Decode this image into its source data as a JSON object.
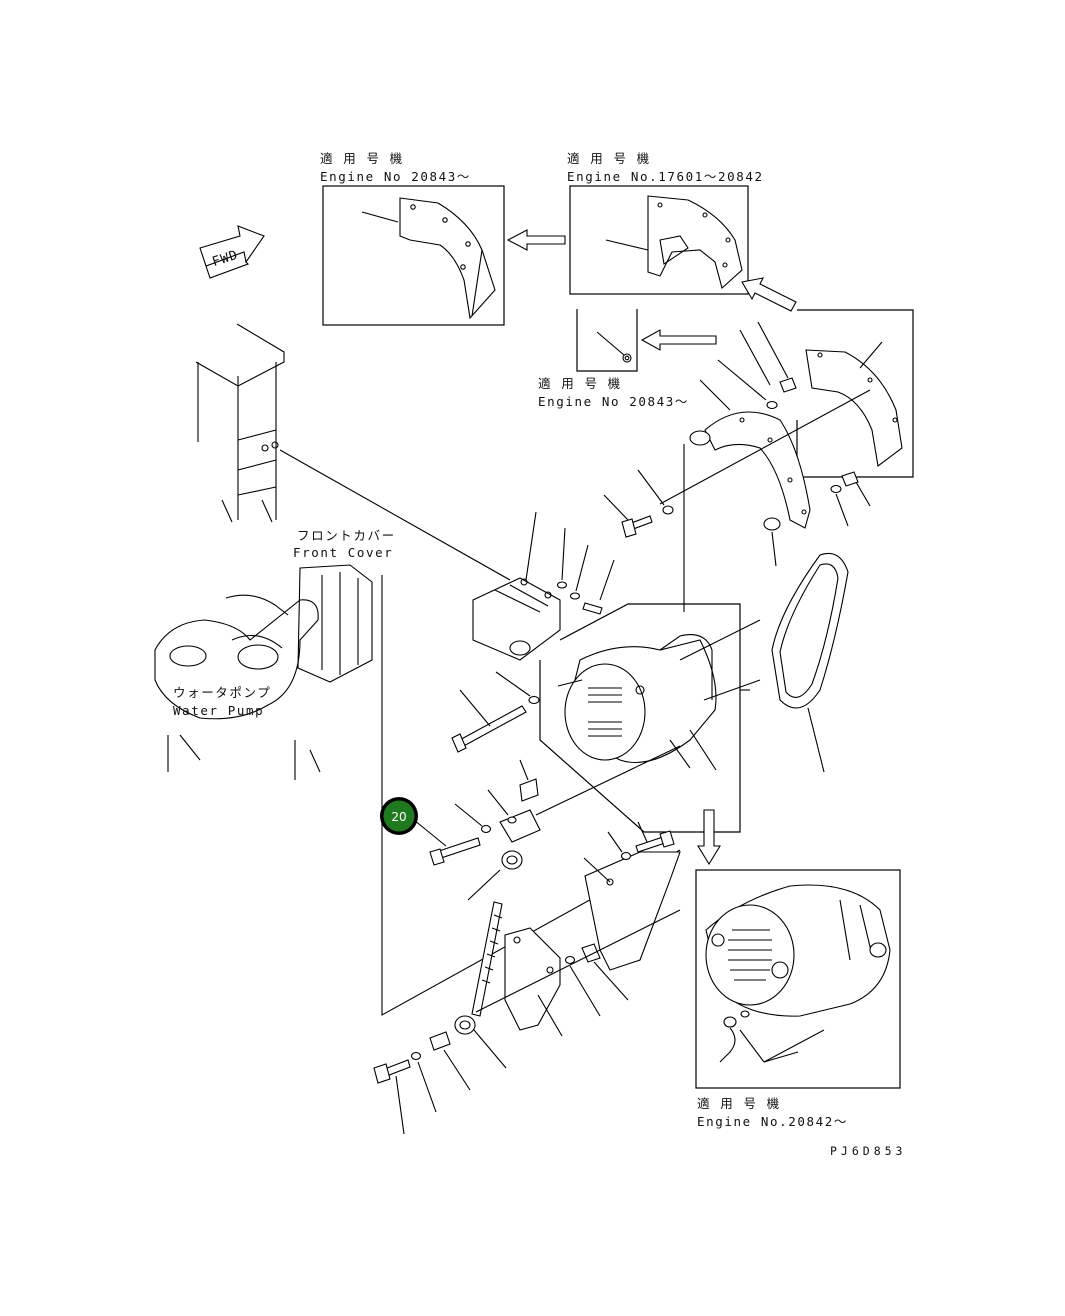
{
  "labels": {
    "box_top_left_jp": "適 用 号 機",
    "box_top_left_en": "Engine No 20843～",
    "box_top_right_jp": "適 用 号 機",
    "box_top_right_en": "Engine No.17601～20842",
    "box_small_jp": "適 用 号 機",
    "box_small_en": "Engine No 20843～",
    "box_bottom_right_jp": "適 用 号 機",
    "box_bottom_right_en": "Engine No.20842～",
    "front_cover_jp": "フロントカバー",
    "front_cover_en": "Front Cover",
    "water_pump_jp": "ウォータポンプ",
    "water_pump_en": "Water Pump",
    "fwd": "FWD",
    "drawing_code": "PJ6D853"
  },
  "callout": {
    "number": "20",
    "color": "#1f7a1f"
  }
}
